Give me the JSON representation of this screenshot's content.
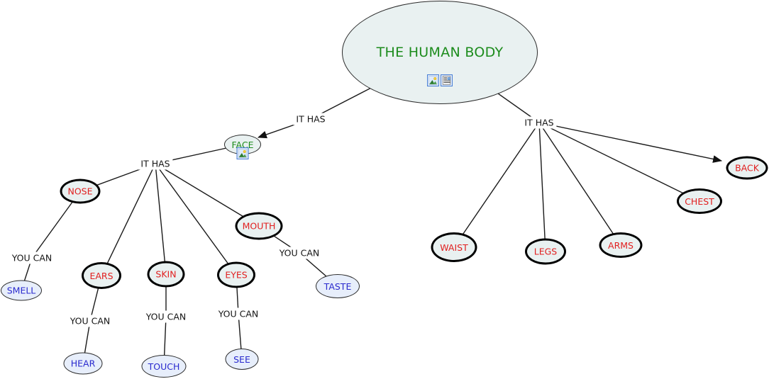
{
  "diagram": {
    "root": {
      "label": "THE HUMAN BODY",
      "icons": [
        "image-icon",
        "document-image-icon"
      ]
    },
    "nodes": {
      "face": {
        "label": "FACE",
        "icon": "image-icon"
      },
      "nose": {
        "label": "NOSE"
      },
      "ears": {
        "label": "EARS"
      },
      "skin": {
        "label": "SKIN"
      },
      "eyes": {
        "label": "EYES"
      },
      "mouth": {
        "label": "MOUTH"
      },
      "smell": {
        "label": "SMELL"
      },
      "hear": {
        "label": "HEAR"
      },
      "touch": {
        "label": "TOUCH"
      },
      "see": {
        "label": "SEE"
      },
      "taste": {
        "label": "TASTE"
      },
      "waist": {
        "label": "WAIST"
      },
      "legs": {
        "label": "LEGS"
      },
      "arms": {
        "label": "ARMS"
      },
      "chest": {
        "label": "CHEST"
      },
      "back": {
        "label": "BACK"
      }
    },
    "link_labels": {
      "it_has_root_left": "IT HAS",
      "it_has_root_right": "IT HAS",
      "it_has_face": "IT HAS",
      "you_can_smell": "YOU CAN",
      "you_can_hear": "YOU CAN",
      "you_can_touch": "YOU CAN",
      "you_can_see": "YOU CAN",
      "you_can_taste": "YOU CAN"
    },
    "colors": {
      "root_fill": "#e9f1f1",
      "leaf_fill": "#e7eefb",
      "text_green": "#1d8c1d",
      "text_red": "#e11f1f",
      "text_blue": "#2a2ace",
      "line": "#1a1a1a"
    }
  }
}
